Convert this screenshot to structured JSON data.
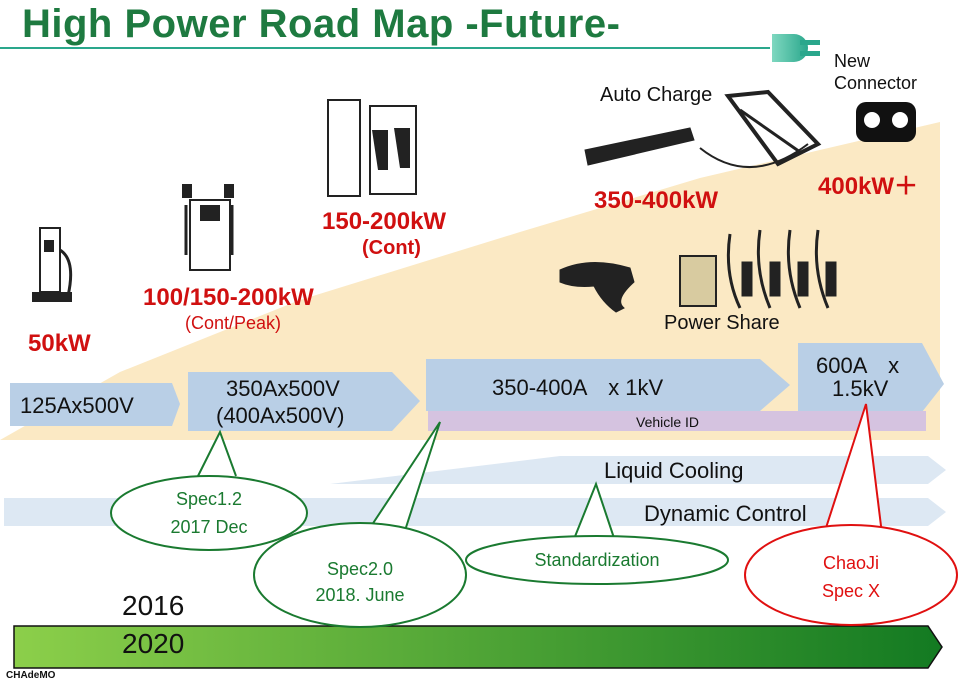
{
  "title": "High Power Road Map -Future-",
  "power_levels": {
    "p50": "50kW",
    "p100": "100/150-200kW",
    "p100_note": "(Cont/Peak)",
    "p150": "150-200kW",
    "p150_note": "(Cont)",
    "p350": "350-400kW",
    "p400": "400kW＋"
  },
  "feature_labels": {
    "auto_charge": "Auto Charge",
    "new_connector_line1": "New",
    "new_connector_line2": "Connector",
    "power_share": "Power Share"
  },
  "spec_arrows": {
    "a1": "125Ax500V",
    "a2_line1": "350Ax500V",
    "a2_line2": "(400Ax500V)",
    "a3": "350-400A　x 1kV",
    "a4_line1": "600A　x",
    "a4_line2": "1.5kV",
    "vehicle_id": "Vehicle ID",
    "liquid_cooling": "Liquid Cooling",
    "dynamic_control": "Dynamic Control"
  },
  "bubbles": {
    "spec12_line1": "Spec1.2",
    "spec12_line2": "2017 Dec",
    "spec20_line1": "Spec2.0",
    "spec20_line2": "2018. June",
    "standardization": "Standardization",
    "chaoji_line1": "ChaoJi",
    "chaoji_line2": "Spec X"
  },
  "timeline": {
    "year_2016": "2016",
    "year_2020": "2020"
  },
  "footer_logo": "CHAdeMO",
  "colors": {
    "title": "#1e7a40",
    "power_red": "#d01010",
    "cream_area": "#fbe9c4",
    "arrow_blue": "#b9cfe6",
    "vehicle_id_purple": "#d5c3e0",
    "bubble_green": "#1a7a30",
    "bubble_red": "#e01010",
    "timeline_start": "#8ccf4a",
    "timeline_end": "#137a22"
  }
}
